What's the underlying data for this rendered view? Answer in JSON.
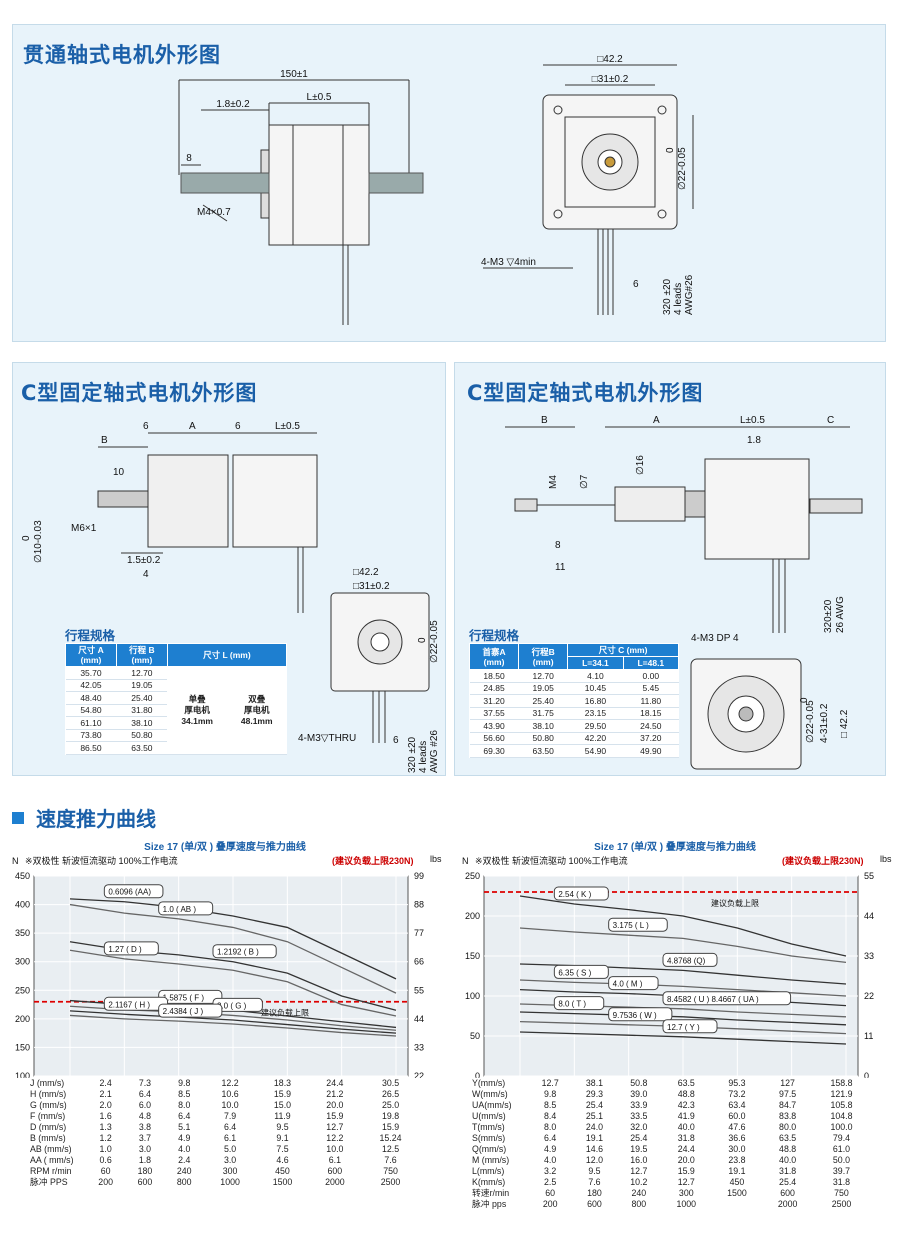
{
  "sections": {
    "through_title": "贯通轴式电机外形图",
    "c_fixed_title_left": "C型固定轴式电机外形图",
    "c_fixed_title_right": "C型固定轴式电机外形图",
    "speed_title": "速度推力曲线"
  },
  "drawing1": {
    "dims": [
      "150±1",
      "1.8±0.2",
      "L±0.5",
      "8",
      "M4×0.7",
      "□42.2",
      "□31±0.2",
      "∅22-0.05",
      "0",
      "4-M3 ▽4min",
      "6",
      "320 ±20",
      "4 leads",
      "AWG#26"
    ]
  },
  "drawing2": {
    "dims": [
      "B",
      "10",
      "6",
      "A",
      "6",
      "L±0.5",
      "M6×1",
      "∅10-0.03",
      "0",
      "1.5±0.2",
      "4",
      "□42.2",
      "□31±0.2",
      "∅22-0.05",
      "0",
      "4-M3▽THRU",
      "6",
      "320 ±20",
      "4 leads",
      "AWG #26"
    ]
  },
  "drawing3": {
    "dims": [
      "B",
      "A",
      "L±0.5",
      "C",
      "1.8",
      "∅16",
      "M4",
      "∅7",
      "8",
      "11",
      "320±20",
      "26 AWG",
      "4-M3 DP 4",
      "∅22-0.05",
      "0",
      "4-31±0.2",
      "□ 42.2"
    ]
  },
  "table_left": {
    "caption": "行程规格",
    "headers": [
      "尺寸 A\n(mm)",
      "行程 B\n(mm)",
      "尺寸 L (mm)"
    ],
    "rows": [
      [
        "35.70",
        "12.70"
      ],
      [
        "42.05",
        "19.05"
      ],
      [
        "48.40",
        "25.40"
      ],
      [
        "54.80",
        "31.80"
      ],
      [
        "61.10",
        "38.10"
      ],
      [
        "73.80",
        "50.80"
      ],
      [
        "86.50",
        "63.50"
      ]
    ],
    "single": "单叠\n厚电机\n34.1mm",
    "double": "双叠\n厚电机\n48.1mm"
  },
  "table_right": {
    "caption": "行程规格",
    "headers": [
      "首寨A\n(mm)",
      "行程B\n(mm)",
      "尺寸 C (mm)",
      "L=34.1",
      "L=48.1"
    ],
    "rows": [
      [
        "18.50",
        "12.70",
        "4.10",
        "0.00"
      ],
      [
        "24.85",
        "19.05",
        "10.45",
        "5.45"
      ],
      [
        "31.20",
        "25.40",
        "16.80",
        "11.80"
      ],
      [
        "37.55",
        "31.75",
        "23.15",
        "18.15"
      ],
      [
        "43.90",
        "38.10",
        "29.50",
        "24.50"
      ],
      [
        "56.60",
        "50.80",
        "42.20",
        "37.20"
      ],
      [
        "69.30",
        "63.50",
        "54.90",
        "49.90"
      ]
    ]
  },
  "chart_data": [
    {
      "type": "line",
      "title": "Size 17 (单/双 ) 叠厚速度与推力曲线",
      "subtitle": "※双极性 斩波恒流驱动 100%工作电流",
      "limit_label": "(建议负载上限230N)",
      "limit_text": "建议负载上限",
      "limit_value": 230,
      "ylabel_left": "N",
      "ylabel_right": "lbs",
      "ylim": [
        100,
        450
      ],
      "yticks_left": [
        "450",
        "400",
        "350",
        "300",
        "250",
        "200",
        "150",
        "100"
      ],
      "yticks_right": [
        "99",
        "88",
        "77",
        "66",
        "55",
        "44",
        "33",
        "22"
      ],
      "x": [
        60,
        180,
        240,
        300,
        450,
        600,
        750
      ],
      "series": [
        {
          "name": "0.6096 (AA)",
          "values": [
            410,
            405,
            395,
            380,
            360,
            315,
            270
          ]
        },
        {
          "name": "1.0 ( AB )",
          "values": [
            400,
            385,
            375,
            360,
            335,
            290,
            245
          ]
        },
        {
          "name": "1.2192 ( B )",
          "values": [
            335,
            320,
            312,
            300,
            280,
            240,
            215
          ]
        },
        {
          "name": "1.27 ( D )",
          "values": [
            320,
            305,
            296,
            285,
            265,
            225,
            205
          ]
        },
        {
          "name": "1.5875 ( F )",
          "values": [
            232,
            225,
            220,
            215,
            205,
            195,
            185
          ]
        },
        {
          "name": "2.0 ( G )",
          "values": [
            222,
            216,
            212,
            206,
            198,
            188,
            180
          ]
        },
        {
          "name": "2.1167 ( H )",
          "values": [
            214,
            208,
            203,
            198,
            190,
            182,
            175
          ]
        },
        {
          "name": "2.4384 ( J )",
          "values": [
            206,
            200,
            196,
            191,
            184,
            176,
            170
          ]
        }
      ],
      "table": {
        "rows": [
          {
            "label": "J (mm/s)",
            "values": [
              "2.4",
              "7.3",
              "9.8",
              "12.2",
              "18.3",
              "24.4",
              "30.5"
            ]
          },
          {
            "label": "H (mm/s)",
            "values": [
              "2.1",
              "6.4",
              "8.5",
              "10.6",
              "15.9",
              "21.2",
              "26.5"
            ]
          },
          {
            "label": "G (mm/s)",
            "values": [
              "2.0",
              "6.0",
              "8.0",
              "10.0",
              "15.0",
              "20.0",
              "25.0"
            ]
          },
          {
            "label": "F (mm/s)",
            "values": [
              "1.6",
              "4.8",
              "6.4",
              "7.9",
              "11.9",
              "15.9",
              "19.8"
            ]
          },
          {
            "label": "D (mm/s)",
            "values": [
              "1.3",
              "3.8",
              "5.1",
              "6.4",
              "9.5",
              "12.7",
              "15.9"
            ]
          },
          {
            "label": "B (mm/s)",
            "values": [
              "1.2",
              "3.7",
              "4.9",
              "6.1",
              "9.1",
              "12.2",
              "15.24"
            ]
          },
          {
            "label": "AB (mm/s)",
            "values": [
              "1.0",
              "3.0",
              "4.0",
              "5.0",
              "7.5",
              "10.0",
              "12.5"
            ]
          },
          {
            "label": "AA ( mm/s)",
            "values": [
              "0.6",
              "1.8",
              "2.4",
              "3.0",
              "4.6",
              "6.1",
              "7.6"
            ]
          },
          {
            "label": "RPM r/min",
            "values": [
              "60",
              "180",
              "240",
              "300",
              "450",
              "600",
              "750"
            ]
          },
          {
            "label": "脉冲 PPS",
            "values": [
              "200",
              "600",
              "800",
              "1000",
              "1500",
              "2000",
              "2500"
            ]
          }
        ]
      }
    },
    {
      "type": "line",
      "title": "Size 17 (单/双 ) 叠厚速度与推力曲线",
      "subtitle": "※双极性 斩波恒流驱动 100%工作电流",
      "limit_label": "(建议负载上限230N)",
      "limit_text": "建议负载上限",
      "limit_value": 230,
      "ylabel_left": "N",
      "ylabel_right": "lbs",
      "ylim": [
        0,
        250
      ],
      "yticks_left": [
        "250",
        "200",
        "150",
        "100",
        "50",
        "0"
      ],
      "yticks_right": [
        "55",
        "44",
        "33",
        "22",
        "11",
        "0"
      ],
      "x": [
        60,
        180,
        240,
        300,
        450,
        600,
        750
      ],
      "series": [
        {
          "name": "2.54 ( K )",
          "values": [
            225,
            215,
            208,
            200,
            185,
            165,
            150
          ]
        },
        {
          "name": "3.175 ( L )",
          "values": [
            185,
            180,
            176,
            172,
            162,
            150,
            142
          ]
        },
        {
          "name": "4.8768 (Q)",
          "values": [
            140,
            138,
            135,
            132,
            126,
            120,
            115
          ]
        },
        {
          "name": "6.35 ( S )",
          "values": [
            120,
            117,
            115,
            112,
            108,
            104,
            100
          ]
        },
        {
          "name": "4.0 ( M )",
          "values": [
            108,
            105,
            103,
            100,
            96,
            92,
            88
          ]
        },
        {
          "name": "8.4582 ( U ) 8.4667 ( UA )",
          "values": [
            90,
            88,
            86,
            84,
            80,
            77,
            74
          ]
        },
        {
          "name": "8.0 ( T )",
          "values": [
            80,
            78,
            76,
            74,
            70,
            67,
            64
          ]
        },
        {
          "name": "9.7536 ( W )",
          "values": [
            68,
            66,
            64,
            62,
            59,
            56,
            53
          ]
        },
        {
          "name": "12.7 ( Y )",
          "values": [
            55,
            53,
            51,
            49,
            46,
            43,
            40
          ]
        }
      ],
      "table": {
        "rows": [
          {
            "label": "Y(mm/s)",
            "values": [
              "12.7",
              "38.1",
              "50.8",
              "63.5",
              "95.3",
              "127",
              "158.8"
            ]
          },
          {
            "label": "W(mm/s)",
            "values": [
              "9.8",
              "29.3",
              "39.0",
              "48.8",
              "73.2",
              "97.5",
              "121.9"
            ]
          },
          {
            "label": "UA(mm/s)",
            "values": [
              "8.5",
              "25.4",
              "33.9",
              "42.3",
              "63.4",
              "84.7",
              "105.8"
            ]
          },
          {
            "label": "U(mm/s)",
            "values": [
              "8.4",
              "25.1",
              "33.5",
              "41.9",
              "60.0",
              "83.8",
              "104.8"
            ]
          },
          {
            "label": "T(mm/s)",
            "values": [
              "8.0",
              "24.0",
              "32.0",
              "40.0",
              "47.6",
              "80.0",
              "100.0"
            ]
          },
          {
            "label": "S(mm/s)",
            "values": [
              "6.4",
              "19.1",
              "25.4",
              "31.8",
              "36.6",
              "63.5",
              "79.4"
            ]
          },
          {
            "label": "Q(mm/s)",
            "values": [
              "4.9",
              "14.6",
              "19.5",
              "24.4",
              "30.0",
              "48.8",
              "61.0"
            ]
          },
          {
            "label": "M (mm/s)",
            "values": [
              "4.0",
              "12.0",
              "16.0",
              "20.0",
              "23.8",
              "40.0",
              "50.0"
            ]
          },
          {
            "label": "L(mm/s)",
            "values": [
              "3.2",
              "9.5",
              "12.7",
              "15.9",
              "19.1",
              "31.8",
              "39.7"
            ]
          },
          {
            "label": "K(mm/s)",
            "values": [
              "2.5",
              "7.6",
              "10.2",
              "12.7",
              "450",
              "25.4",
              "31.8"
            ]
          },
          {
            "label": "转速r/min",
            "values": [
              "60",
              "180",
              "240",
              "300",
              "1500",
              "600",
              "750"
            ]
          },
          {
            "label": "脉冲 pps",
            "values": [
              "200",
              "600",
              "800",
              "1000",
              "",
              "2000",
              "2500"
            ]
          }
        ]
      }
    }
  ]
}
